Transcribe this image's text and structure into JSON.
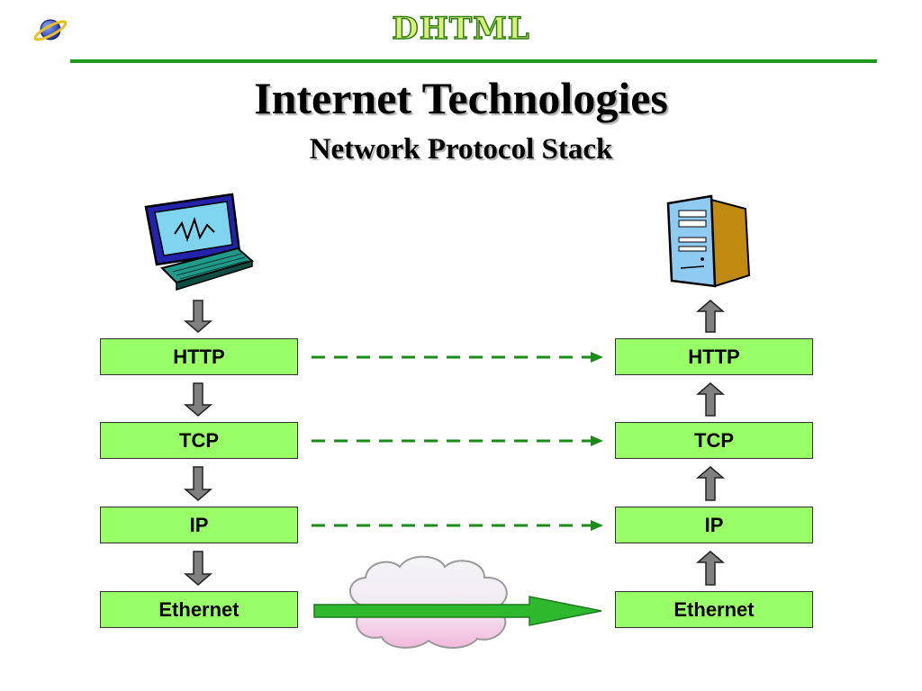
{
  "header": {
    "brand": "DHTML",
    "title": "Internet Technologies",
    "subtitle": "Network Protocol Stack"
  },
  "client_stack": {
    "device": "computer-icon",
    "layers": [
      "HTTP",
      "TCP",
      "IP",
      "Ethernet"
    ]
  },
  "server_stack": {
    "device": "server-icon",
    "layers": [
      "HTTP",
      "TCP",
      "IP",
      "Ethernet"
    ]
  },
  "connections": {
    "logical": "dashed-green-arrows",
    "physical": "solid-green-arrow-over-cloud"
  },
  "colors": {
    "layer_fill": "#99ff66",
    "rule": "#1f9a1f",
    "arrow_green": "#2db82d",
    "dashed_green": "#1a8c1a",
    "flow_arrow": "#808080"
  }
}
